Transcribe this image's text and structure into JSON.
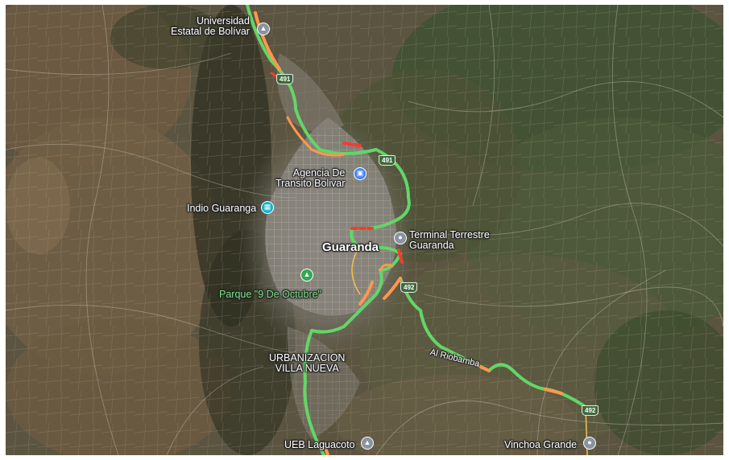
{
  "map": {
    "view": "satellite",
    "traffic_layer": true,
    "colors": {
      "traffic_fast": "#63d668",
      "traffic_medium": "#ff974d",
      "traffic_slow": "#f23c32",
      "road_secondary": "#f5c04a",
      "pin_default": "#8a94a0",
      "pin_shopping": "#4285f4",
      "pin_museum": "#12b5cb",
      "pin_park": "#34a853"
    },
    "labels": {
      "university": "Universidad\nEstatal de Bolívar",
      "agency": "Agencia De\nTransito Bolivar",
      "indio": "Indio Guaranga",
      "terminal": "Terminal Terrestre\nGuaranda",
      "city": "Guaranda",
      "park": "Parque \"9 De Octubre\"",
      "urbanizacion": "URBANIZACION\nVILLA NUEVA",
      "ueb": "UEB Laguacoto",
      "vinchoa": "Vinchoa Grande"
    },
    "road_labels": {
      "al_riobamba": "Al Riobamba"
    },
    "route_shields": {
      "r491_a": "491",
      "r491_b": "491",
      "r492_a": "492",
      "r492_b": "492"
    },
    "icons": {
      "university": "graduation-cap-icon",
      "agency": "shopping-bag-icon",
      "indio": "museum-icon",
      "terminal": "pin-icon",
      "park": "tree-icon",
      "ueb": "graduation-cap-icon",
      "vinchoa": "pin-icon"
    }
  }
}
